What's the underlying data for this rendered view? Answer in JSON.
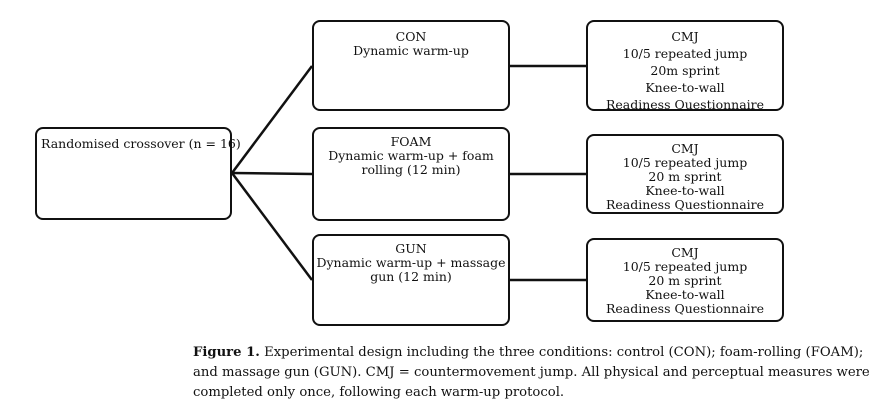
{
  "root": {
    "lines": [
      "Randomised crossover (n = 16)"
    ]
  },
  "conditions": [
    {
      "lines": [
        "CON",
        "Dynamic warm-up"
      ]
    },
    {
      "lines": [
        "FOAM",
        "Dynamic warm-up + foam",
        "rolling (12 min)"
      ]
    },
    {
      "lines": [
        "GUN",
        "Dynamic warm-up + massage",
        "gun (12 min)"
      ]
    }
  ],
  "measures": [
    {
      "lines": [
        "CMJ",
        "10/5 repeated jump",
        "20m sprint",
        "Knee-to-wall",
        "Readiness Questionnaire"
      ]
    },
    {
      "lines": [
        "CMJ",
        "10/5 repeated jump",
        "20 m sprint",
        "Knee-to-wall",
        "Readiness Questionnaire"
      ]
    },
    {
      "lines": [
        "CMJ",
        "10/5 repeated jump",
        "20 m sprint",
        "Knee-to-wall",
        "Readiness Questionnaire"
      ]
    }
  ],
  "caption": {
    "label": "Figure 1.",
    "text": " Experimental design including the three conditions: control (CON); foam-rolling (FOAM); and massage gun (GUN). CMJ = countermovement jump. All physical and perceptual measures were completed only once, following each warm-up protocol."
  }
}
